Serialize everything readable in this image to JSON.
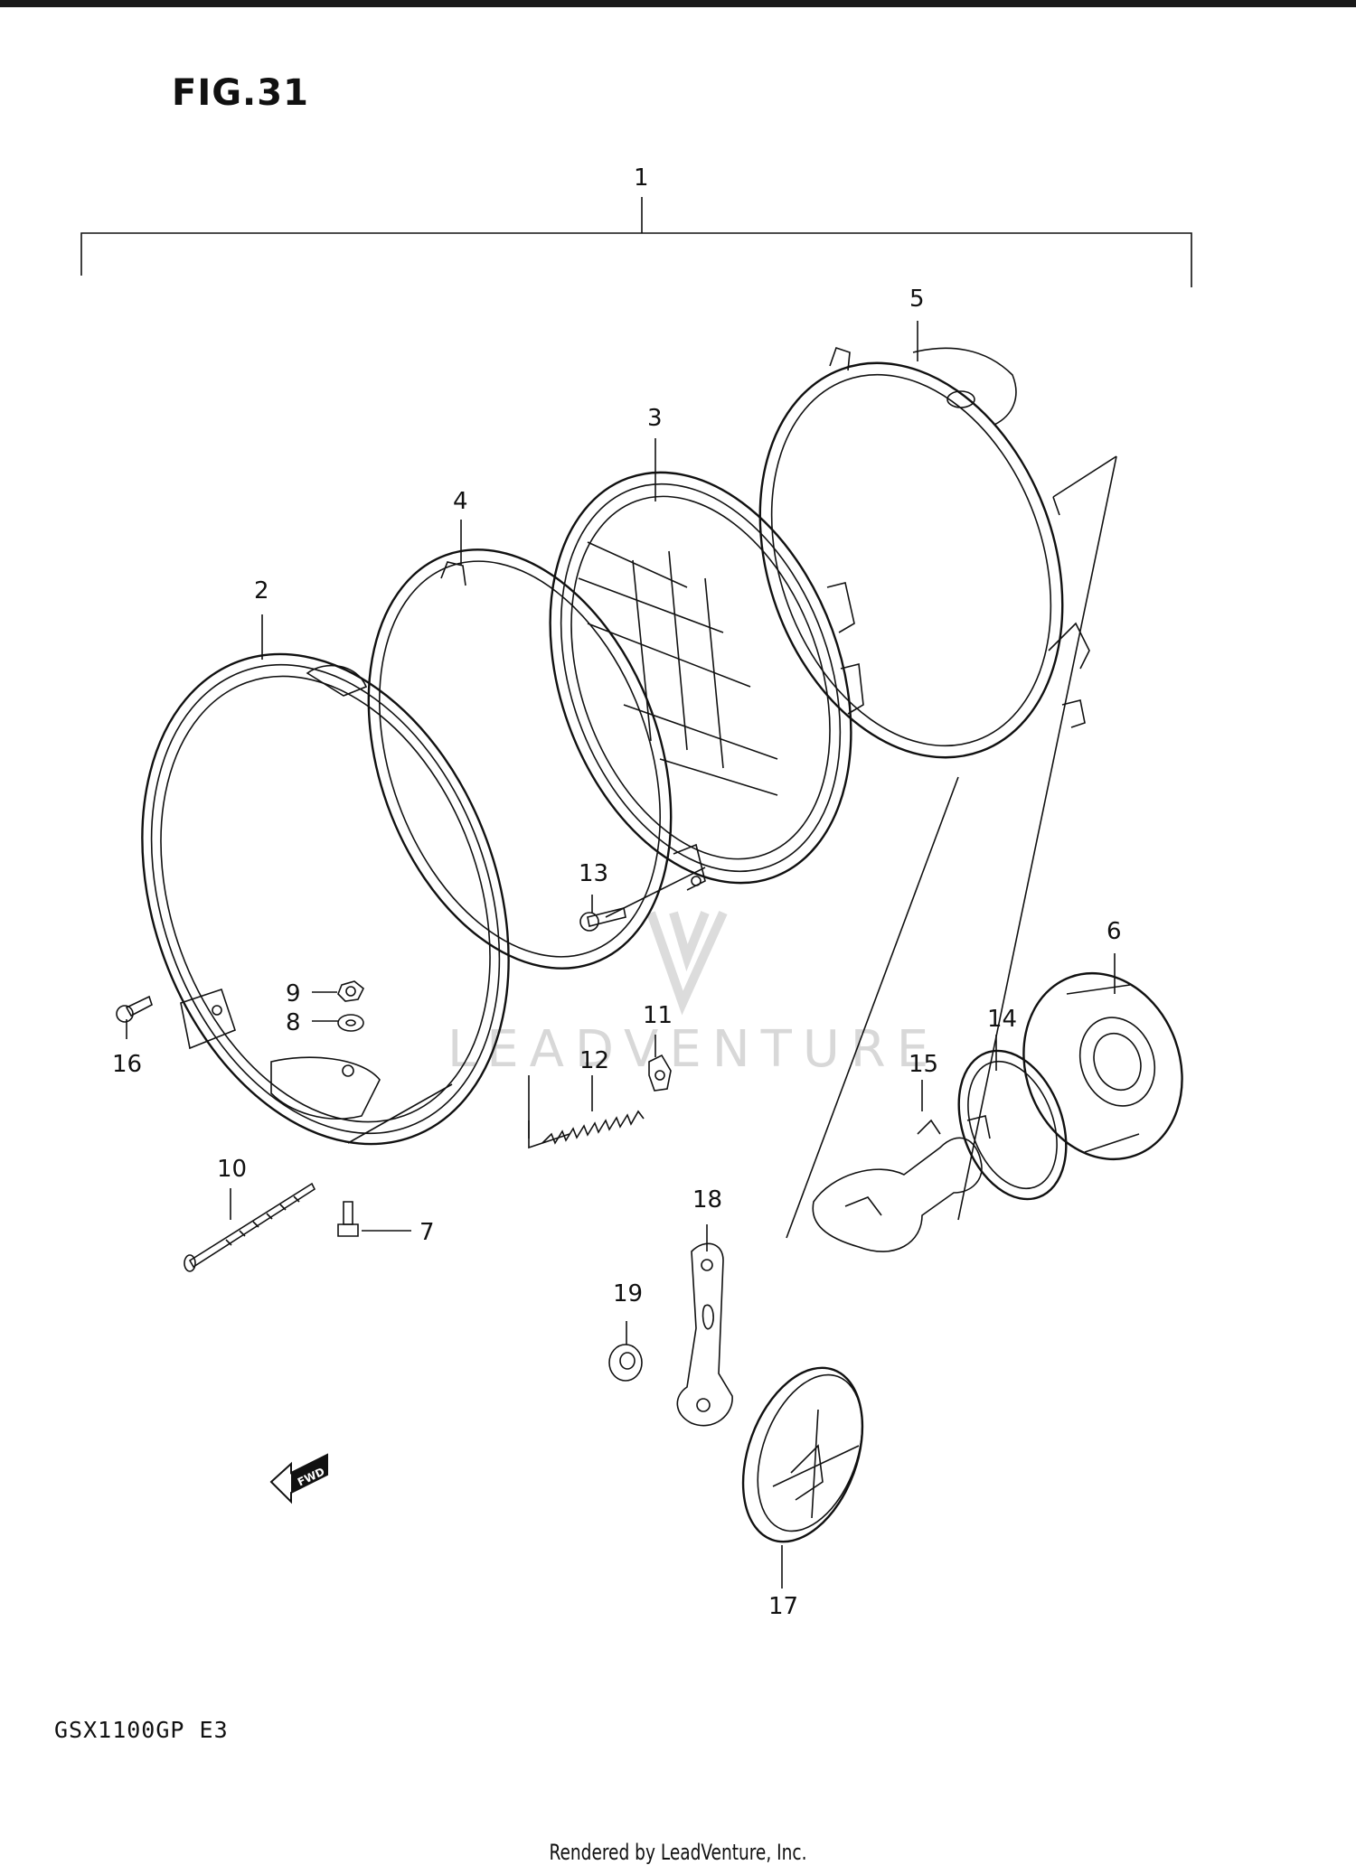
{
  "figure": {
    "title": "FIG.31"
  },
  "model_code": "GSX1100GP E3",
  "footer": "Rendered by LeadVenture, Inc.",
  "watermark": "LEADVENTURE",
  "fwd_label": "FWD",
  "callouts": {
    "c1": "1",
    "c2": "2",
    "c3": "3",
    "c4": "4",
    "c5": "5",
    "c6": "6",
    "c7": "7",
    "c8": "8",
    "c9": "9",
    "c10": "10",
    "c11": "11",
    "c12": "12",
    "c13": "13",
    "c14": "14",
    "c15": "15",
    "c16": "16",
    "c17": "17",
    "c18": "18",
    "c19": "19"
  }
}
